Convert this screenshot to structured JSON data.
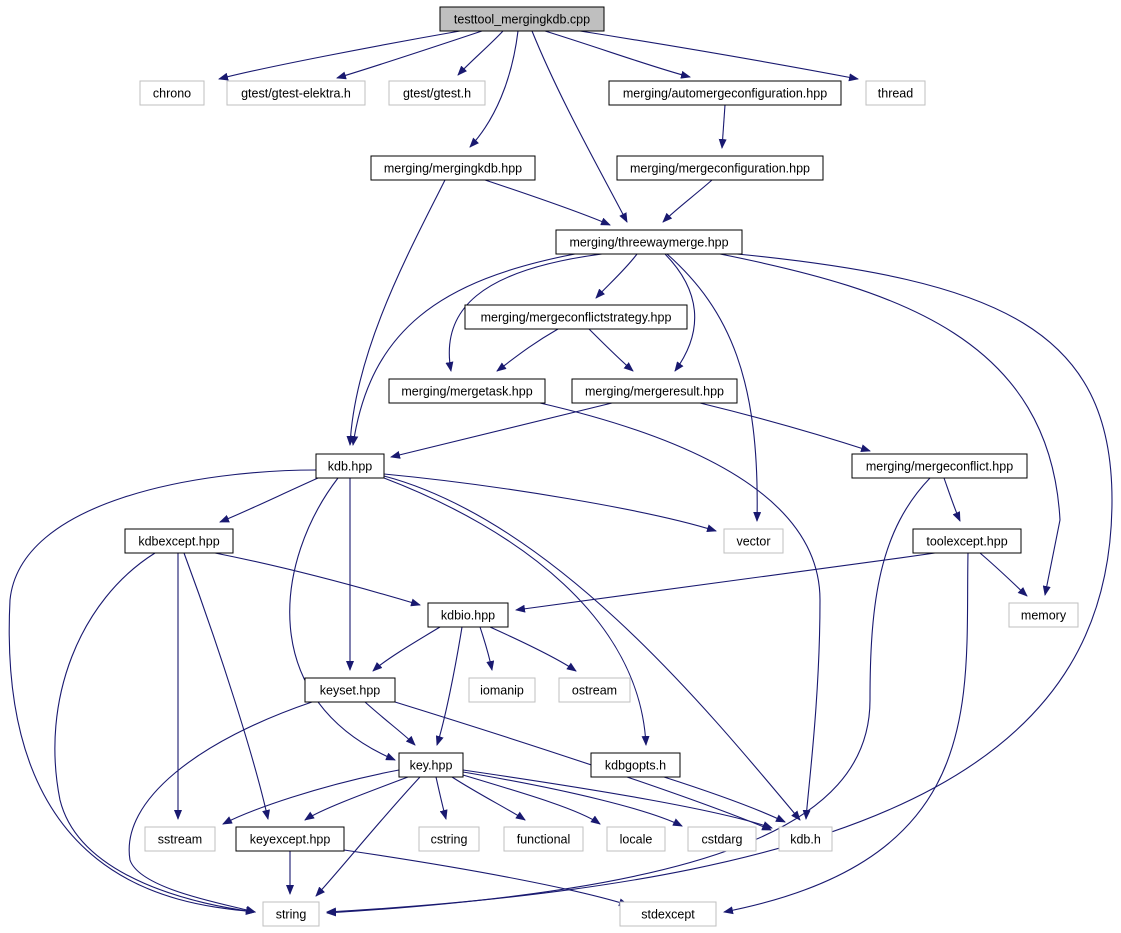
{
  "colors": {
    "edge": "#191970",
    "internal_border": "#000000",
    "external_border": "#bfbfbf",
    "root_fill": "#bfbfbf",
    "node_fill": "#ffffff",
    "text": "#000000"
  },
  "nodes": [
    {
      "id": "root",
      "label": "testtool_mergingkdb.cpp",
      "kind": "root"
    },
    {
      "id": "chrono",
      "label": "chrono",
      "kind": "external"
    },
    {
      "id": "gtest_elektra",
      "label": "gtest/gtest-elektra.h",
      "kind": "external"
    },
    {
      "id": "gtest",
      "label": "gtest/gtest.h",
      "kind": "external"
    },
    {
      "id": "automerge",
      "label": "merging/automergeconfiguration.hpp",
      "kind": "internal"
    },
    {
      "id": "thread",
      "label": "thread",
      "kind": "external"
    },
    {
      "id": "mergingkdb",
      "label": "merging/mergingkdb.hpp",
      "kind": "internal"
    },
    {
      "id": "mergeconfig",
      "label": "merging/mergeconfiguration.hpp",
      "kind": "internal"
    },
    {
      "id": "threeway",
      "label": "merging/threewaymerge.hpp",
      "kind": "internal"
    },
    {
      "id": "conflictstrategy",
      "label": "merging/mergeconflictstrategy.hpp",
      "kind": "internal"
    },
    {
      "id": "mergetask",
      "label": "merging/mergetask.hpp",
      "kind": "internal"
    },
    {
      "id": "mergeresult",
      "label": "merging/mergeresult.hpp",
      "kind": "internal"
    },
    {
      "id": "kdbhpp",
      "label": "kdb.hpp",
      "kind": "internal"
    },
    {
      "id": "mergeconflict",
      "label": "merging/mergeconflict.hpp",
      "kind": "internal"
    },
    {
      "id": "kdbexcept",
      "label": "kdbexcept.hpp",
      "kind": "internal"
    },
    {
      "id": "vector",
      "label": "vector",
      "kind": "external"
    },
    {
      "id": "toolexcept",
      "label": "toolexcept.hpp",
      "kind": "internal"
    },
    {
      "id": "kdbio",
      "label": "kdbio.hpp",
      "kind": "internal"
    },
    {
      "id": "memory",
      "label": "memory",
      "kind": "external"
    },
    {
      "id": "keyset",
      "label": "keyset.hpp",
      "kind": "internal"
    },
    {
      "id": "iomanip",
      "label": "iomanip",
      "kind": "external"
    },
    {
      "id": "ostream",
      "label": "ostream",
      "kind": "external"
    },
    {
      "id": "kdbgopts",
      "label": "kdbgopts.h",
      "kind": "internal"
    },
    {
      "id": "keyhpp",
      "label": "key.hpp",
      "kind": "internal"
    },
    {
      "id": "sstream",
      "label": "sstream",
      "kind": "external"
    },
    {
      "id": "keyexcept",
      "label": "keyexcept.hpp",
      "kind": "internal"
    },
    {
      "id": "cstring",
      "label": "cstring",
      "kind": "external"
    },
    {
      "id": "functional",
      "label": "functional",
      "kind": "external"
    },
    {
      "id": "locale",
      "label": "locale",
      "kind": "external"
    },
    {
      "id": "cstdarg",
      "label": "cstdarg",
      "kind": "external"
    },
    {
      "id": "kdbh",
      "label": "kdb.h",
      "kind": "external"
    },
    {
      "id": "string",
      "label": "string",
      "kind": "external"
    },
    {
      "id": "stdexcept",
      "label": "stdexcept",
      "kind": "external"
    }
  ],
  "edges": [
    {
      "from": "root",
      "to": "chrono"
    },
    {
      "from": "root",
      "to": "gtest_elektra"
    },
    {
      "from": "root",
      "to": "gtest"
    },
    {
      "from": "root",
      "to": "automerge"
    },
    {
      "from": "root",
      "to": "thread"
    },
    {
      "from": "root",
      "to": "mergingkdb"
    },
    {
      "from": "root",
      "to": "threeway"
    },
    {
      "from": "automerge",
      "to": "mergeconfig"
    },
    {
      "from": "mergeconfig",
      "to": "threeway"
    },
    {
      "from": "mergingkdb",
      "to": "threeway"
    },
    {
      "from": "mergingkdb",
      "to": "kdbhpp"
    },
    {
      "from": "threeway",
      "to": "conflictstrategy"
    },
    {
      "from": "threeway",
      "to": "mergetask"
    },
    {
      "from": "threeway",
      "to": "mergeresult"
    },
    {
      "from": "threeway",
      "to": "kdbhpp"
    },
    {
      "from": "threeway",
      "to": "vector"
    },
    {
      "from": "threeway",
      "to": "memory"
    },
    {
      "from": "threeway",
      "to": "string"
    },
    {
      "from": "conflictstrategy",
      "to": "mergetask"
    },
    {
      "from": "conflictstrategy",
      "to": "mergeresult"
    },
    {
      "from": "mergetask",
      "to": "kdbh"
    },
    {
      "from": "mergeresult",
      "to": "kdbhpp"
    },
    {
      "from": "mergeresult",
      "to": "mergeconflict"
    },
    {
      "from": "mergeconflict",
      "to": "toolexcept"
    },
    {
      "from": "mergeconflict",
      "to": "string"
    },
    {
      "from": "toolexcept",
      "to": "kdbio"
    },
    {
      "from": "toolexcept",
      "to": "memory"
    },
    {
      "from": "toolexcept",
      "to": "stdexcept"
    },
    {
      "from": "kdbhpp",
      "to": "kdbexcept"
    },
    {
      "from": "kdbhpp",
      "to": "vector"
    },
    {
      "from": "kdbhpp",
      "to": "keyset"
    },
    {
      "from": "kdbhpp",
      "to": "keyhpp"
    },
    {
      "from": "kdbhpp",
      "to": "kdbgopts"
    },
    {
      "from": "kdbhpp",
      "to": "kdbh"
    },
    {
      "from": "kdbhpp",
      "to": "string"
    },
    {
      "from": "kdbexcept",
      "to": "kdbio"
    },
    {
      "from": "kdbexcept",
      "to": "sstream"
    },
    {
      "from": "kdbexcept",
      "to": "keyexcept"
    },
    {
      "from": "kdbexcept",
      "to": "string"
    },
    {
      "from": "kdbio",
      "to": "keyset"
    },
    {
      "from": "kdbio",
      "to": "iomanip"
    },
    {
      "from": "kdbio",
      "to": "ostream"
    },
    {
      "from": "kdbio",
      "to": "keyhpp"
    },
    {
      "from": "keyset",
      "to": "keyhpp"
    },
    {
      "from": "keyset",
      "to": "kdbh"
    },
    {
      "from": "keyset",
      "to": "string"
    },
    {
      "from": "kdbgopts",
      "to": "kdbh"
    },
    {
      "from": "keyhpp",
      "to": "sstream"
    },
    {
      "from": "keyhpp",
      "to": "keyexcept"
    },
    {
      "from": "keyhpp",
      "to": "cstring"
    },
    {
      "from": "keyhpp",
      "to": "functional"
    },
    {
      "from": "keyhpp",
      "to": "locale"
    },
    {
      "from": "keyhpp",
      "to": "cstdarg"
    },
    {
      "from": "keyhpp",
      "to": "kdbh"
    },
    {
      "from": "keyhpp",
      "to": "string"
    },
    {
      "from": "keyexcept",
      "to": "string"
    },
    {
      "from": "keyexcept",
      "to": "stdexcept"
    }
  ]
}
